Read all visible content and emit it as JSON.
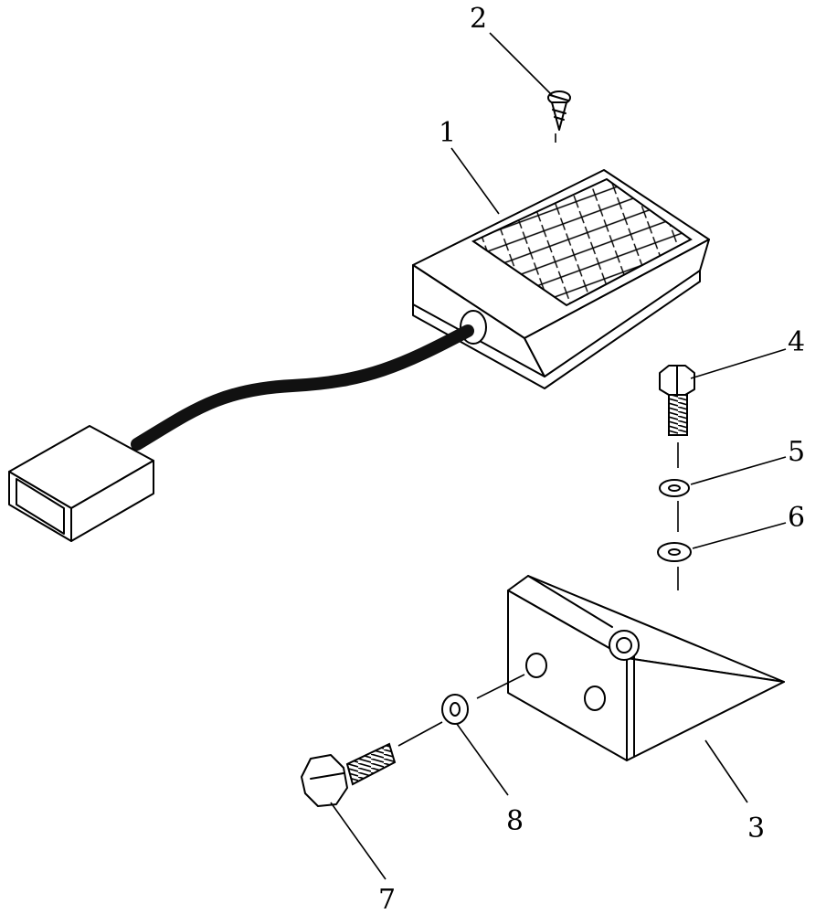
{
  "diagram": {
    "parts": [
      {
        "id": "1",
        "label": "1",
        "icon": "foot-pedal-switch-icon"
      },
      {
        "id": "2",
        "label": "2",
        "icon": "wood-screw-icon"
      },
      {
        "id": "3",
        "label": "3",
        "icon": "wedge-bracket-icon"
      },
      {
        "id": "4",
        "label": "4",
        "icon": "hex-bolt-icon"
      },
      {
        "id": "5",
        "label": "5",
        "icon": "lock-washer-icon"
      },
      {
        "id": "6",
        "label": "6",
        "icon": "flat-washer-icon"
      },
      {
        "id": "7",
        "label": "7",
        "icon": "hex-bolt-icon"
      },
      {
        "id": "8",
        "label": "8",
        "icon": "flat-washer-icon"
      }
    ],
    "colors": {
      "line": "#000000",
      "background": "#ffffff",
      "cable": "#111111"
    }
  }
}
